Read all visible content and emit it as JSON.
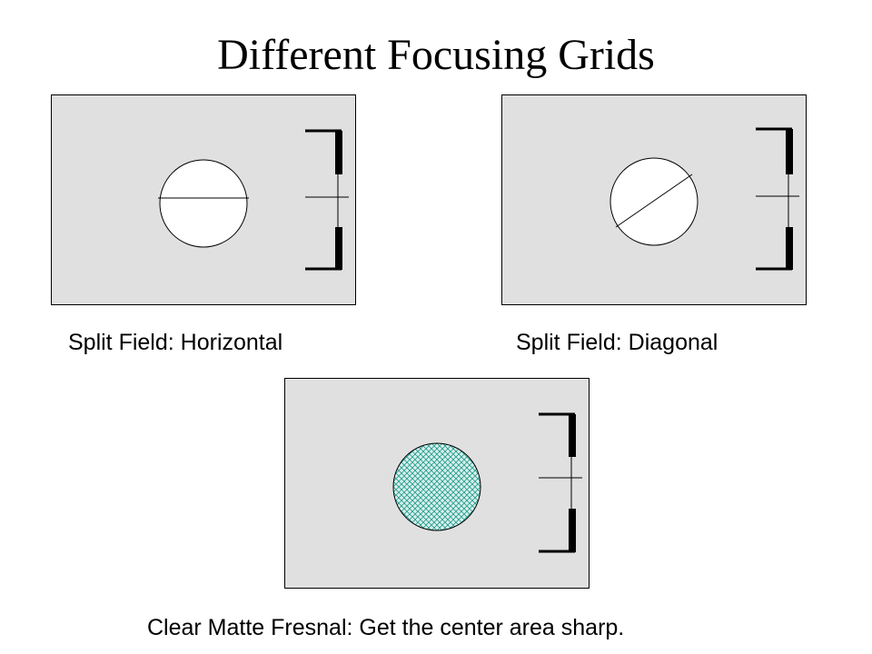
{
  "slide": {
    "title": "Different Focusing Grids"
  },
  "panels": [
    {
      "caption": "Split Field: Horizontal",
      "center": "split-horizontal"
    },
    {
      "caption": "Split Field: Diagonal",
      "center": "split-diagonal"
    },
    {
      "caption": "Clear Matte Fresnal: Get the center area sharp.",
      "center": "crosshatch-matte"
    }
  ],
  "colors": {
    "panel_fill": "#e0e0e0",
    "outline": "#000000",
    "circle_fill": "#ffffff",
    "hatch_fill": "#d8f0ec",
    "hatch_line": "#1f9a8a"
  }
}
